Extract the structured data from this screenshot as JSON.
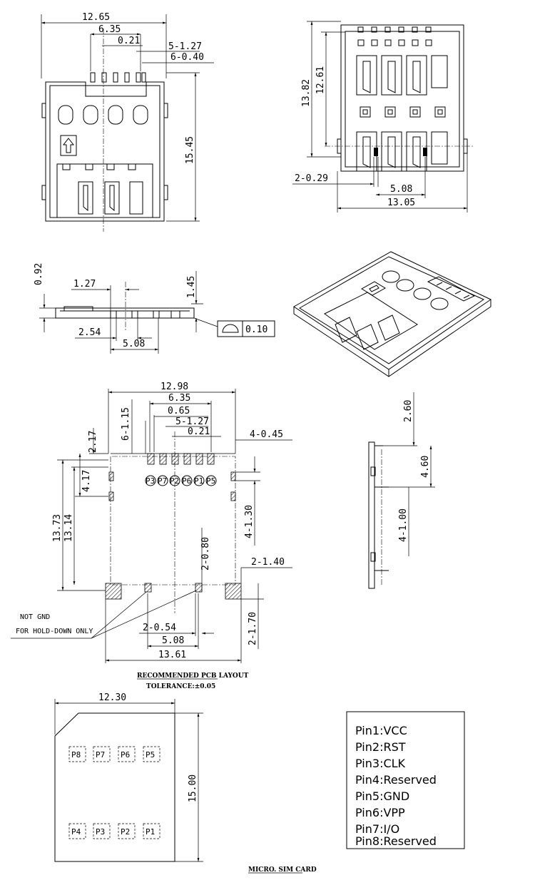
{
  "top_view": {
    "width_total": "12.65",
    "pitch_span": "6.35",
    "offset": "0.21",
    "pin_pitch": "5-1.27",
    "pin_width": "6-0.40",
    "height": "15.45"
  },
  "bottom_view": {
    "height_outer": "13.82",
    "height_inner": "12.61",
    "pad_width": "2-0.29",
    "pad_span": "5.08",
    "width_total": "13.05"
  },
  "side_view": {
    "height_left": "0.92",
    "pitch": "1.27",
    "height_right": "1.45",
    "spacing_a": "2.54",
    "spacing_b": "5.08",
    "flatness": "0.10"
  },
  "pcb_layout": {
    "width_total": "12.98",
    "span_635": "6.35",
    "offset_065": "0.65",
    "pitch": "5-1.27",
    "offset_021": "0.21",
    "slots_left": "6-1.15",
    "slots_right": "4-0.45",
    "edge_217": "2.17",
    "edge_417": "4.17",
    "height_1373": "13.73",
    "height_1314": "13.14",
    "side_130": "4-1.30",
    "hole_080": "2-0.80",
    "pad_140": "2-1.40",
    "pad_170": "2-1.70",
    "hole_054": "2-0.54",
    "span_508": "5.08",
    "width_bottom": "13.61",
    "pin_labels": [
      "P3",
      "P7",
      "P2",
      "P6",
      "P1",
      "P5"
    ],
    "note_line1": "NOT GND",
    "note_line2": "FOR HOLD-DOWN ONLY",
    "caption": "RECOMMENDED PCB LAYOUT",
    "tolerance": "TOLERANCE:±0.05"
  },
  "right_side_view": {
    "dim_260": "2.60",
    "dim_460": "4.60",
    "dim_100": "4-1.00"
  },
  "sim_card": {
    "width": "12.30",
    "height": "15.00",
    "pads_top": [
      "P8",
      "P7",
      "P6",
      "P5"
    ],
    "pads_bottom": [
      "P4",
      "P3",
      "P2",
      "P1"
    ],
    "caption": "MICRO. SIM CARD"
  },
  "pin_legend": [
    "Pin1:VCC",
    "Pin2:RST",
    "Pin3:CLK",
    "Pin4:Reserved",
    "Pin5:GND",
    "Pin6:VPP",
    "Pin7:I/O",
    "Pin8:Reserved"
  ]
}
